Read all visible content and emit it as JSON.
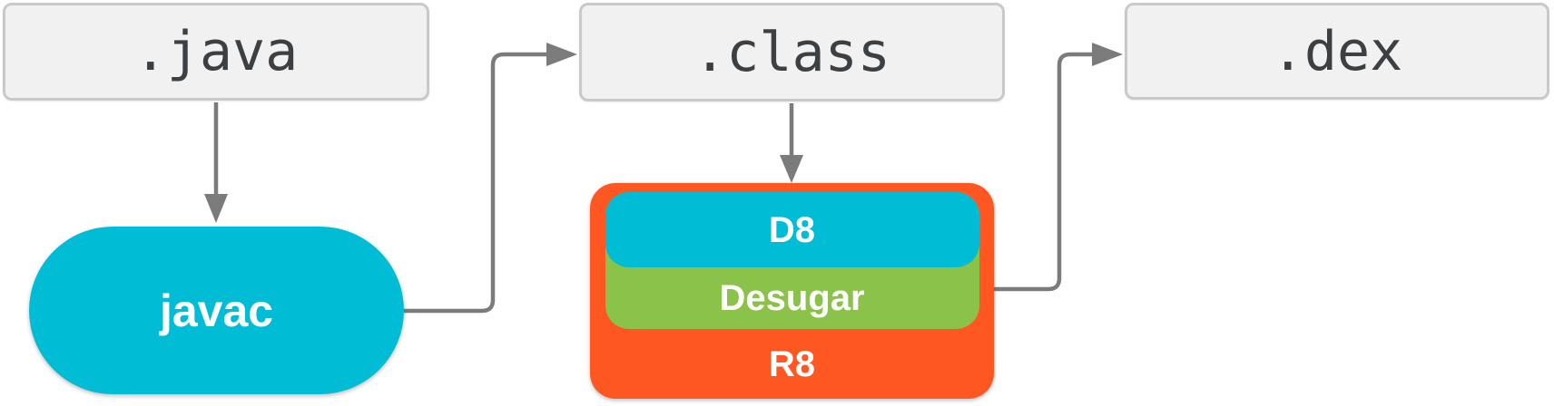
{
  "colors": {
    "cyan": "#00bcd4",
    "green": "#8bc34a",
    "orange": "#ff5722",
    "file_bg": "#f1f1f1",
    "file_border": "#c9c9c9",
    "file_text": "#3c4043",
    "arrow": "#7b7b7b",
    "label_text": "#ffffff"
  },
  "nodes": {
    "java_file": {
      "label": ".java",
      "type": "file"
    },
    "class_file": {
      "label": ".class",
      "type": "file"
    },
    "dex_file": {
      "label": ".dex",
      "type": "file"
    },
    "javac": {
      "label": "javac",
      "type": "tool"
    },
    "d8": {
      "label": "D8",
      "type": "tool"
    },
    "desugar": {
      "label": "Desugar",
      "type": "tool"
    },
    "r8": {
      "label": "R8",
      "type": "tool"
    }
  },
  "edges": [
    {
      "from": "java_file",
      "to": "javac"
    },
    {
      "from": "javac",
      "to": "class_file"
    },
    {
      "from": "class_file",
      "to": "r8"
    },
    {
      "from": "r8",
      "to": "dex_file"
    }
  ]
}
